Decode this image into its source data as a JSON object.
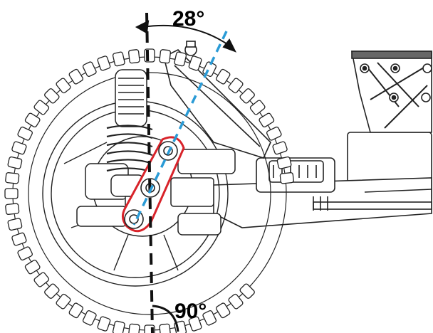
{
  "annotations": {
    "top_angle": "28°",
    "bottom_angle": "90°"
  },
  "colors": {
    "vertical_reference": "#111111",
    "tilted_axis": "#2a9bd6",
    "highlight_link": "#d8232a",
    "outline": "#222222"
  },
  "elements": {
    "tire": "knobby-tire",
    "shock": "coil-over-shock",
    "upright": "steering-upright-plate",
    "chassis": "chassis-tub",
    "tower": "shock-tower"
  }
}
